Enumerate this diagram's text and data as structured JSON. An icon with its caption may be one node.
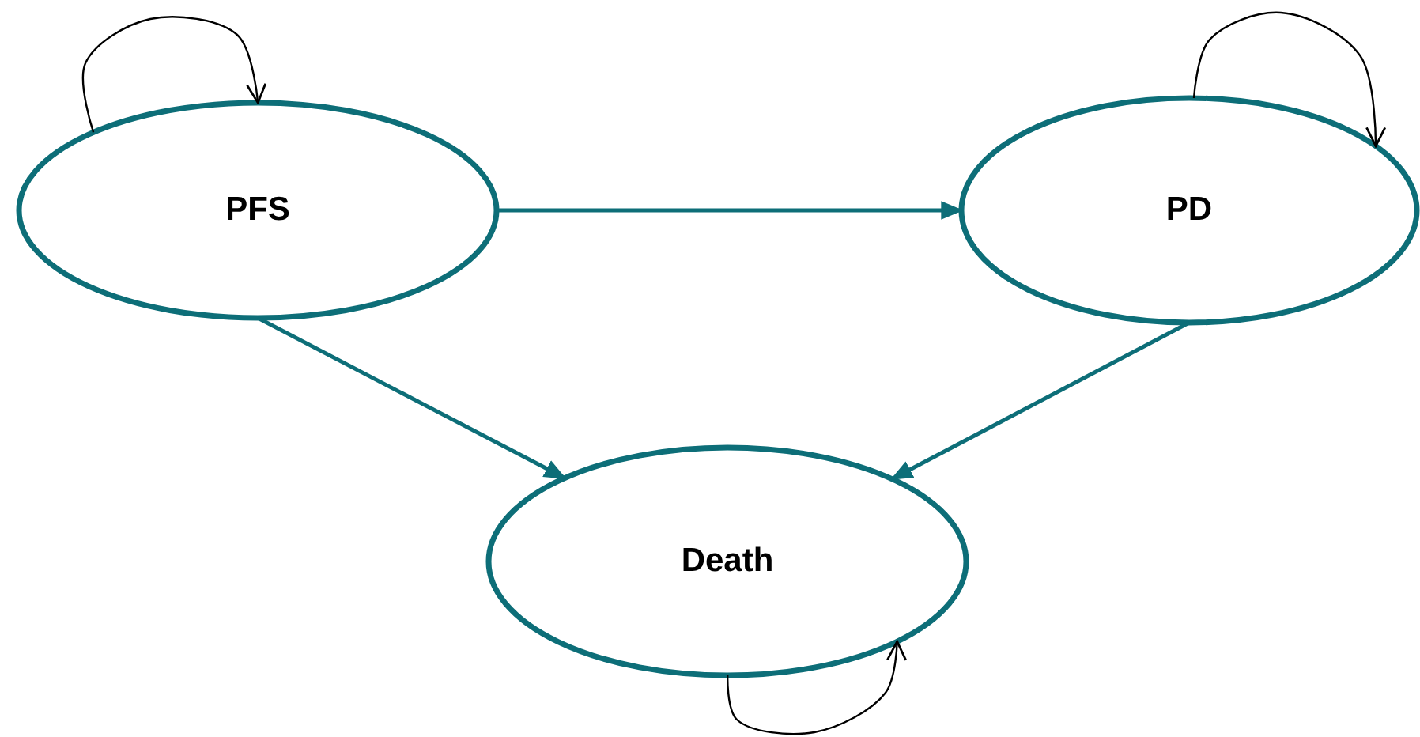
{
  "diagram": {
    "nodes": [
      {
        "text": [
          "PFS"
        ]
      },
      {
        "text": [
          "PD"
        ]
      },
      {
        "text": [
          "Death"
        ]
      }
    ],
    "edges": [
      {
        "from": 0,
        "to": 0,
        "arrow": "to",
        "color": "#000000"
      },
      {
        "from": 1,
        "to": 1,
        "arrow": "to",
        "color": "#000000"
      },
      {
        "from": 0,
        "to": 1,
        "arrow": "to",
        "color": "#0d6e78"
      },
      {
        "from": 0,
        "to": 2,
        "arrow": "to",
        "color": "#0d6e78"
      },
      {
        "from": 1,
        "to": 2,
        "arrow": "to",
        "color": "#0d6e78"
      },
      {
        "from": 2,
        "to": 2,
        "arrow": "to",
        "color": "#000000"
      }
    ]
  }
}
